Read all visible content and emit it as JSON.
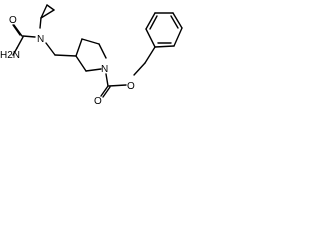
{
  "atoms": {
    "amine_n": "H2N",
    "amide_n": "N",
    "carbonyl_o1": "O",
    "ring_n": "N",
    "ester_o": "O",
    "carbonyl_o2": "O"
  },
  "colors": {
    "bond": "#000000",
    "label": "#000000",
    "background": "#ffffff"
  }
}
